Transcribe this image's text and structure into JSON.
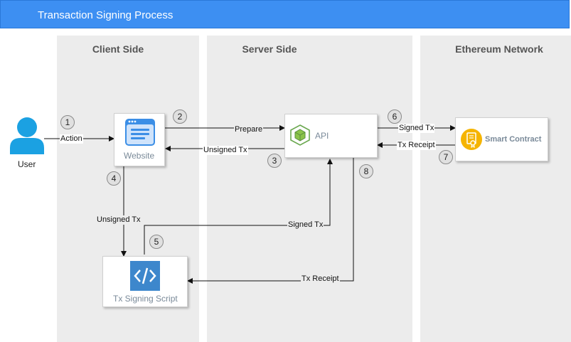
{
  "title": "Transaction Signing Process",
  "lanes": {
    "client": "Client Side",
    "server": "Server Side",
    "ethereum": "Ethereum Network"
  },
  "nodes": {
    "user": "User",
    "website": "Website",
    "api": "API",
    "smart_contract": "Smart Contract",
    "signing_script": "Tx Signing Script"
  },
  "steps": [
    "1",
    "2",
    "3",
    "4",
    "5",
    "6",
    "7",
    "8"
  ],
  "edges": {
    "action": "Action",
    "prepare": "Prepare",
    "unsigned_tx_to_website": "Unsigned Tx",
    "unsigned_tx_to_script": "Unsigned Tx",
    "signed_tx_to_api": "Signed Tx",
    "signed_tx_to_contract": "Signed Tx",
    "tx_receipt_from_contract": "Tx Receipt",
    "tx_receipt_to_script": "Tx Receipt"
  },
  "colors": {
    "header": "#3d8ff2",
    "lane": "#ececec",
    "user_icon": "#1ba1e2",
    "website_icon": "#3b8ee6",
    "api_icon": "#6aa84f",
    "contract_icon": "#f5b400",
    "script_icon": "#3d87cc"
  }
}
